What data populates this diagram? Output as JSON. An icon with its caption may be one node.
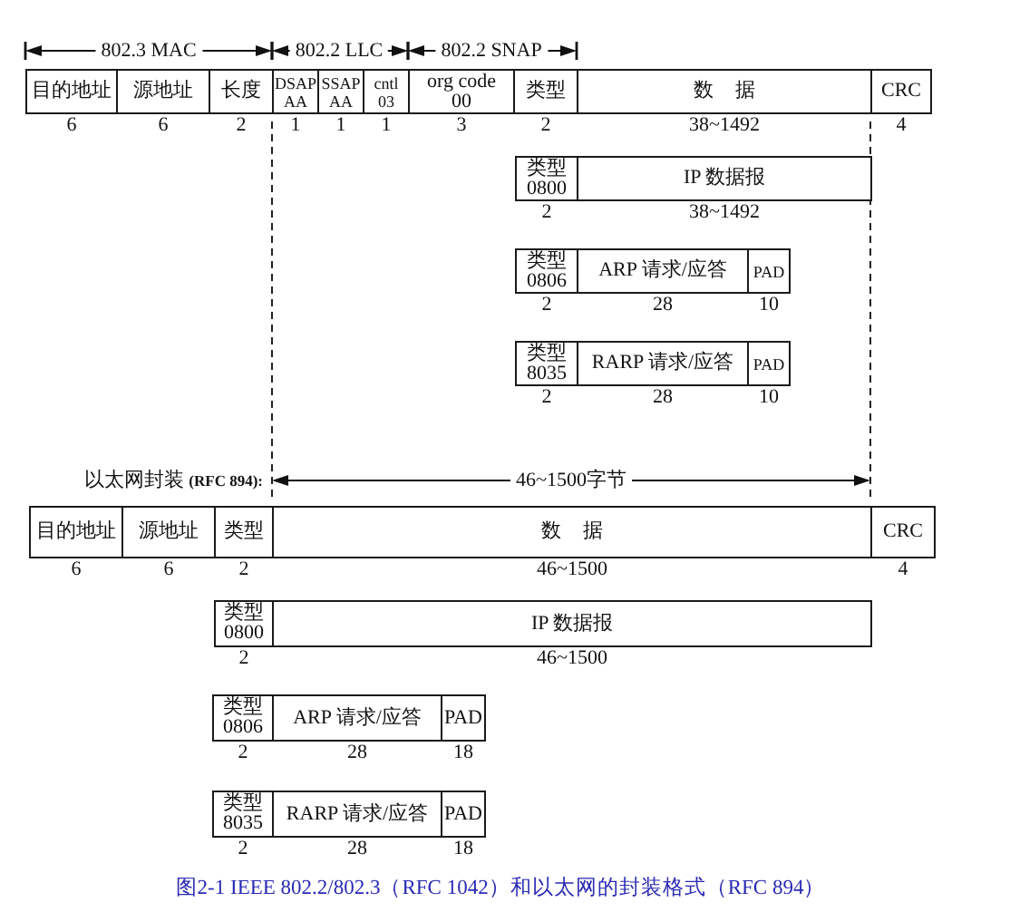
{
  "diagram": {
    "caption": "图2-1 IEEE 802.2/802.3（RFC 1042）和以太网的封装格式（RFC 894）",
    "nodes": [
      {
        "text": [
          "目的地址"
        ],
        "beside": [
          "6"
        ]
      },
      {
        "text": [
          "源地址"
        ],
        "beside": [
          "6"
        ]
      },
      {
        "text": [
          "长度"
        ],
        "beside": [
          "2"
        ]
      },
      {
        "text": [
          "DSAP",
          "AA"
        ],
        "beside": [
          "1"
        ]
      },
      {
        "text": [
          "SSAP",
          "AA"
        ],
        "beside": [
          "1"
        ]
      },
      {
        "text": [
          "cntl",
          "03"
        ],
        "beside": [
          "1"
        ]
      },
      {
        "text": [
          "org code",
          "00"
        ],
        "beside": [
          "3"
        ]
      },
      {
        "text": [
          "类型"
        ],
        "beside": [
          "2"
        ]
      },
      {
        "text": [
          "数据"
        ],
        "beside": [
          "38~1492"
        ]
      },
      {
        "text": [
          "CRC"
        ],
        "beside": [
          "4"
        ]
      },
      {
        "text": [
          "类型",
          "0800"
        ],
        "beside": [
          "2"
        ]
      },
      {
        "text": [
          "IP 数据报"
        ],
        "beside": [
          "38~1492"
        ]
      },
      {
        "text": [
          "类型",
          "0806"
        ],
        "beside": [
          "2"
        ]
      },
      {
        "text": [
          "ARP 请求/应答"
        ],
        "beside": [
          "28"
        ]
      },
      {
        "text": [
          "PAD"
        ],
        "beside": [
          "10"
        ]
      },
      {
        "text": [
          "类型",
          "8035"
        ],
        "beside": [
          "2"
        ]
      },
      {
        "text": [
          "RARP 请求/应答"
        ],
        "beside": [
          "28"
        ]
      },
      {
        "text": [
          "PAD"
        ],
        "beside": [
          "10"
        ]
      },
      {
        "text": [
          "目的地址"
        ],
        "beside": [
          "6"
        ]
      },
      {
        "text": [
          "源地址"
        ],
        "beside": [
          "6"
        ]
      },
      {
        "text": [
          "类型"
        ],
        "beside": [
          "2"
        ]
      },
      {
        "text": [
          "数据"
        ],
        "beside": [
          "46~1500"
        ]
      },
      {
        "text": [
          "CRC"
        ],
        "beside": [
          "4"
        ]
      },
      {
        "text": [
          "类型",
          "0800"
        ],
        "beside": [
          "2"
        ]
      },
      {
        "text": [
          "IP 数据报"
        ],
        "beside": [
          "46~1500"
        ]
      },
      {
        "text": [
          "类型",
          "0806"
        ],
        "beside": [
          "2"
        ]
      },
      {
        "text": [
          "ARP 请求/应答"
        ],
        "beside": [
          "28"
        ]
      },
      {
        "text": [
          "PAD"
        ],
        "beside": [
          "18"
        ]
      },
      {
        "text": [
          "类型",
          "8035"
        ],
        "beside": [
          "2"
        ]
      },
      {
        "text": [
          "RARP 请求/应答"
        ],
        "beside": [
          "28"
        ]
      },
      {
        "text": [
          "PAD"
        ],
        "beside": [
          "18"
        ]
      }
    ],
    "labels": [
      "802.3 MAC",
      "802.2 LLC",
      "802.2 SNAP",
      "以太网封装 **(RFC 894):**",
      "46~1500字节"
    ]
  }
}
